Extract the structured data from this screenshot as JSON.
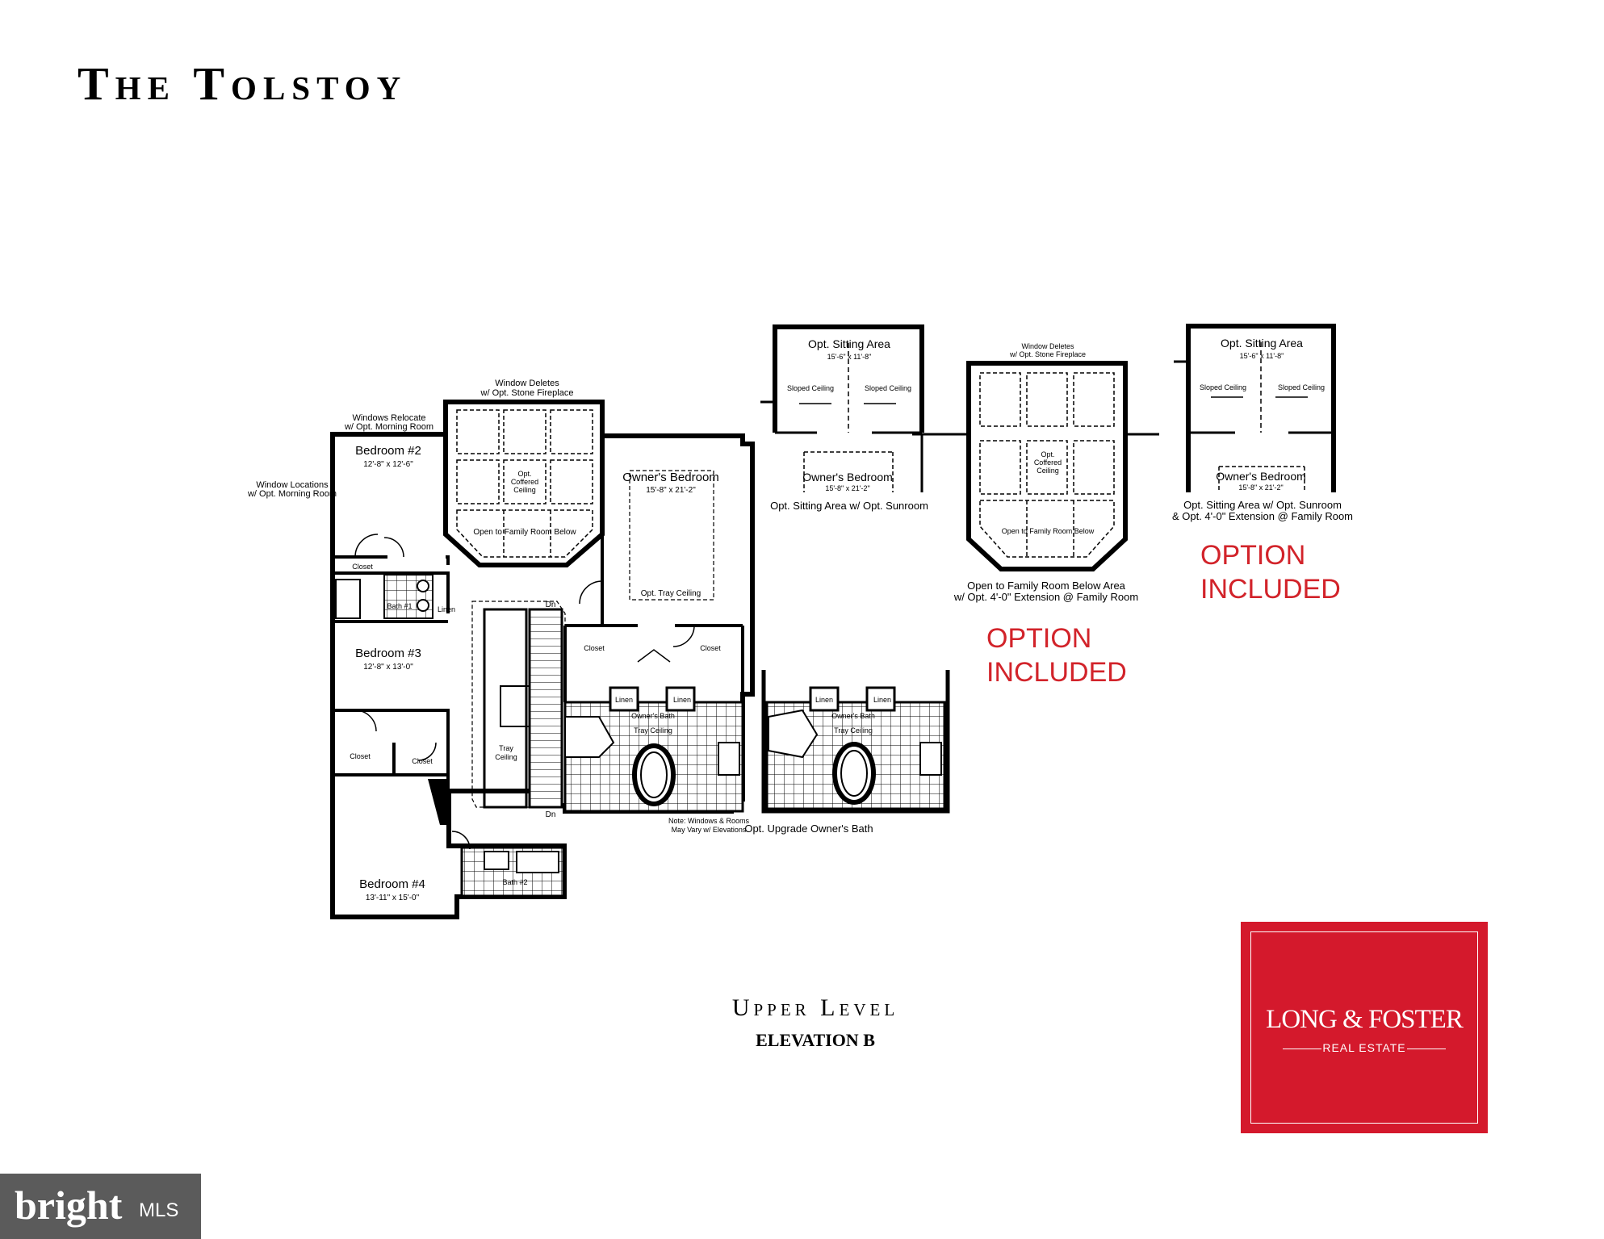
{
  "title": "The Tolstoy",
  "level_title": "Upper Level",
  "elevation": "ELEVATION B",
  "option_1": [
    "OPTION",
    "INCLUDED"
  ],
  "option_2": [
    "OPTION",
    "INCLUDED"
  ],
  "logo": {
    "main": "LONG & FOSTER",
    "sub": "REAL ESTATE",
    "color": "#d4192c"
  },
  "watermark": {
    "brand": "bright",
    "suffix": "MLS"
  },
  "main_plan": {
    "window_deletes": [
      "Window Deletes",
      "w/ Opt. Stone Fireplace"
    ],
    "windows_relocate": [
      "Windows Relocate",
      "w/ Opt. Morning Room"
    ],
    "window_locations": [
      "Window Locations",
      "w/ Opt. Morning Room"
    ],
    "bedroom2": {
      "name": "Bedroom #2",
      "size": "12'-8\" x 12'-6\""
    },
    "bedroom3": {
      "name": "Bedroom #3",
      "size": "12'-8\" x 13'-0\""
    },
    "bedroom4": {
      "name": "Bedroom #4",
      "size": "13'-11\" x 15'-0\""
    },
    "owners_bedroom": {
      "name": "Owner's Bedroom",
      "size": "15'-8\" x 21'-2\""
    },
    "coffered": [
      "Opt.",
      "Coffered",
      "Ceiling"
    ],
    "open_to_family": "Open to Family Room Below",
    "opt_tray_ceiling": "Opt. Tray Ceiling",
    "closet": "Closet",
    "linen": "Linen",
    "bath1": "Bath #1",
    "bath2": "Bath #2",
    "dn": "Dn",
    "tray_ceiling": [
      "Tray",
      "Ceiling"
    ],
    "owners_bath": "Owner's Bath",
    "bath_tray_ceiling": "Tray Ceiling",
    "note": [
      "Note: Windows & Rooms",
      "May Vary w/ Elevations"
    ]
  },
  "alt_sitting": {
    "area": "Opt. Sitting Area",
    "size": "15'-6\" x 11'-8\"",
    "sloped": "Sloped Ceiling",
    "owners": "Owner's Bedroom",
    "owners_size": "15'-8\" x 21'-2\"",
    "caption": "Opt. Sitting Area w/ Opt. Sunroom"
  },
  "alt_family": {
    "window_deletes": [
      "Window Deletes",
      "w/ Opt. Stone Fireplace"
    ],
    "coffered": [
      "Opt.",
      "Coffered",
      "Ceiling"
    ],
    "open_to_family": "Open to Family Room Below",
    "caption": [
      "Open to Family Room Below Area",
      "w/ Opt. 4'-0\" Extension @ Family Room"
    ]
  },
  "alt_sitting_ext": {
    "area": "Opt. Sitting Area",
    "size": "15'-6\" x 11'-8\"",
    "sloped": "Sloped Ceiling",
    "owners": "Owner's Bedroom",
    "owners_size": "15'-8\" x 21'-2\"",
    "caption": [
      "Opt. Sitting Area w/ Opt. Sunroom",
      "& Opt. 4'-0\" Extension @ Family Room"
    ]
  },
  "alt_bath": {
    "linen": "Linen",
    "owners_bath": "Owner's Bath",
    "tray_ceiling": "Tray Ceiling",
    "caption": "Opt. Upgrade Owner's Bath"
  }
}
